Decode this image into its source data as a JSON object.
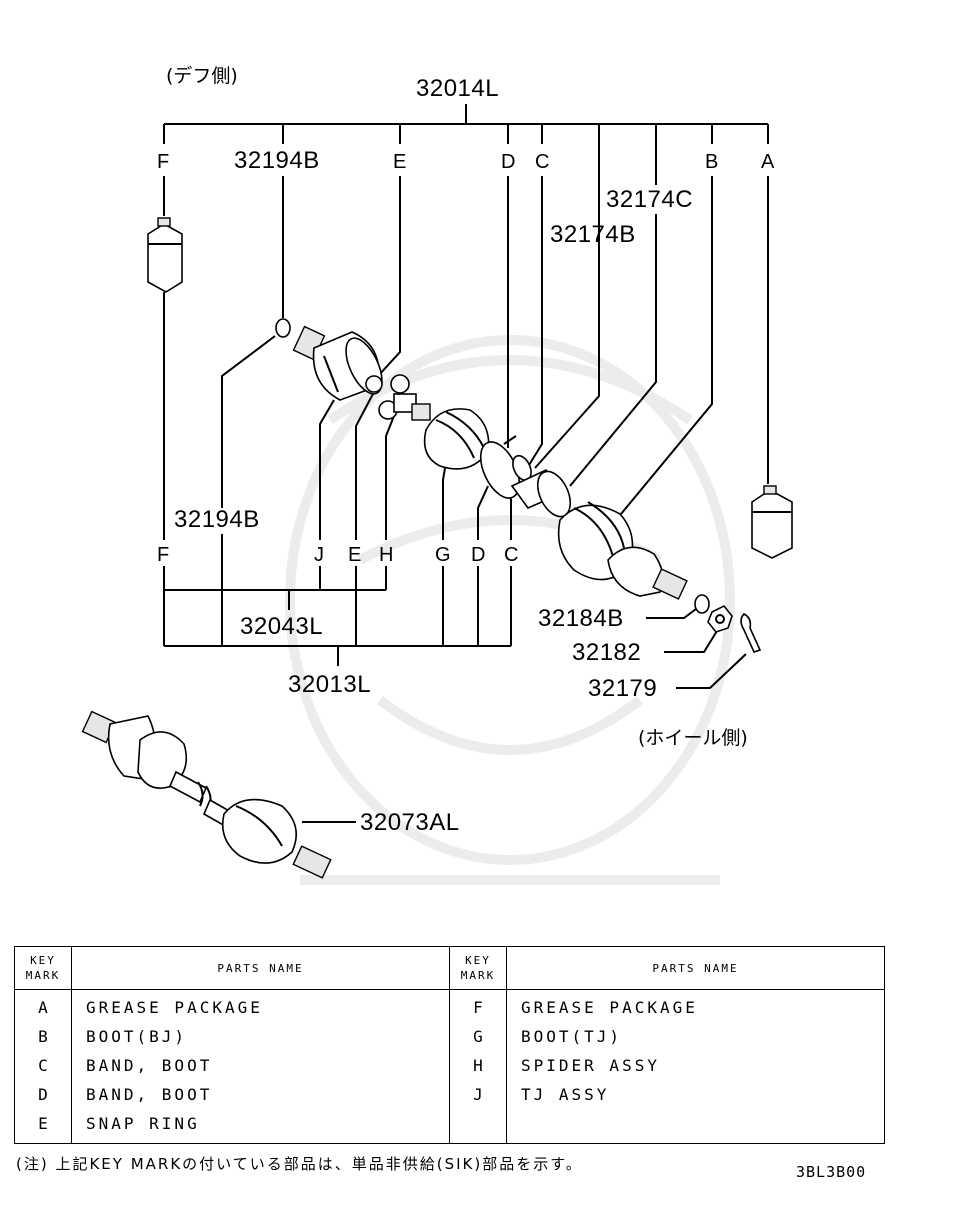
{
  "labels": {
    "diff_side": "(デフ側)",
    "wheel_side": "(ホイール側)",
    "p32014L": "32014L",
    "p32194B_top": "32194B",
    "p32194B_mid": "32194B",
    "p32174C": "32174C",
    "p32174B": "32174B",
    "p32184B": "32184B",
    "p32182": "32182",
    "p32179": "32179",
    "p32043L": "32043L",
    "p32013L": "32013L",
    "p32073AL": "32073AL",
    "top_keys": {
      "F": "F",
      "E": "E",
      "D": "D",
      "C": "C",
      "B": "B",
      "A": "A"
    },
    "bottom_keys": {
      "F": "F",
      "J": "J",
      "E": "E",
      "H": "H",
      "G": "G",
      "D": "D",
      "C": "C"
    }
  },
  "table": {
    "header_key_line1": "KEY",
    "header_key_line2": "MARK",
    "header_name": "PARTS NAME",
    "left": [
      {
        "key": "A",
        "name": "GREASE PACKAGE"
      },
      {
        "key": "B",
        "name": "BOOT(BJ)"
      },
      {
        "key": "C",
        "name": "BAND, BOOT"
      },
      {
        "key": "D",
        "name": "BAND, BOOT"
      },
      {
        "key": "E",
        "name": "SNAP RING"
      }
    ],
    "right": [
      {
        "key": "F",
        "name": "GREASE PACKAGE"
      },
      {
        "key": "G",
        "name": "BOOT(TJ)"
      },
      {
        "key": "H",
        "name": "SPIDER ASSY"
      },
      {
        "key": "J",
        "name": "TJ ASSY"
      }
    ]
  },
  "footer": {
    "note": "(注) 上記KEY MARKの付いている部品は、単品非供給(SIK)部品を示す。",
    "code": "3BL3B00"
  }
}
